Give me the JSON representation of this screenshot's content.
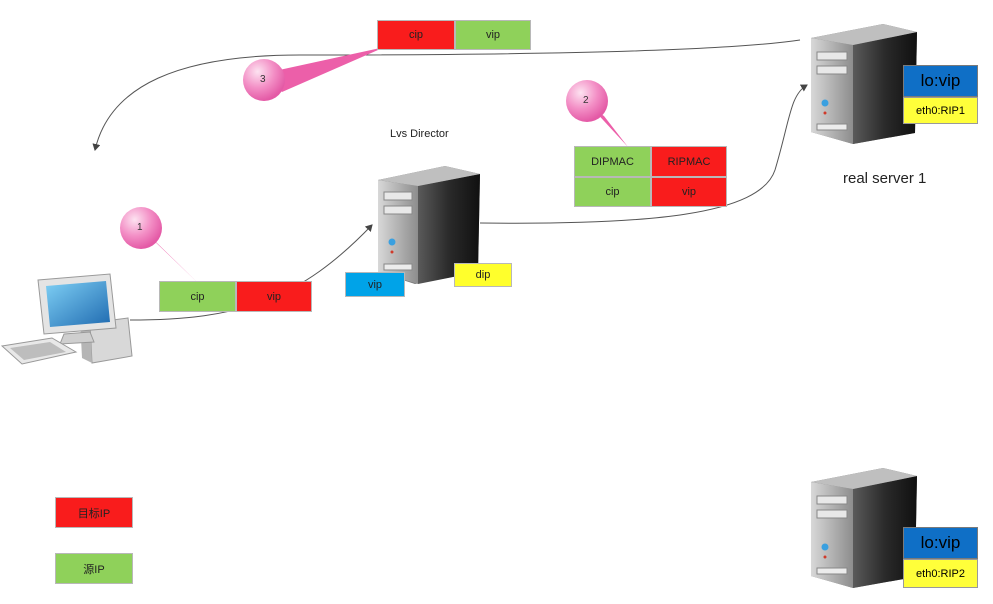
{
  "packets": {
    "p3": {
      "left": "cip",
      "right": "vip"
    },
    "p2": {
      "row1_left": "DIPMAC",
      "row1_right": "RIPMAC",
      "row2_left": "cip",
      "row2_right": "vip"
    },
    "p1": {
      "left": "cip",
      "right": "vip"
    }
  },
  "bubbles": {
    "b1": "1",
    "b2": "2",
    "b3": "3"
  },
  "director": {
    "title": "Lvs  Director",
    "vip_label": "vip",
    "dip_label": "dip"
  },
  "real_server_1": {
    "caption": "real server 1",
    "lo": "lo:vip",
    "eth": "eth0:RIP1"
  },
  "real_server_2": {
    "lo": "lo:vip",
    "eth": "eth0:RIP2"
  },
  "legend": {
    "dest": "目标IP",
    "src": "源IP"
  },
  "colors": {
    "dest": "#f91c1c",
    "src": "#8fd15a",
    "vip": "#00a3e8",
    "dip": "#ffff2c",
    "lo": "#0f6fc6",
    "bubble": "#f26fb6"
  }
}
